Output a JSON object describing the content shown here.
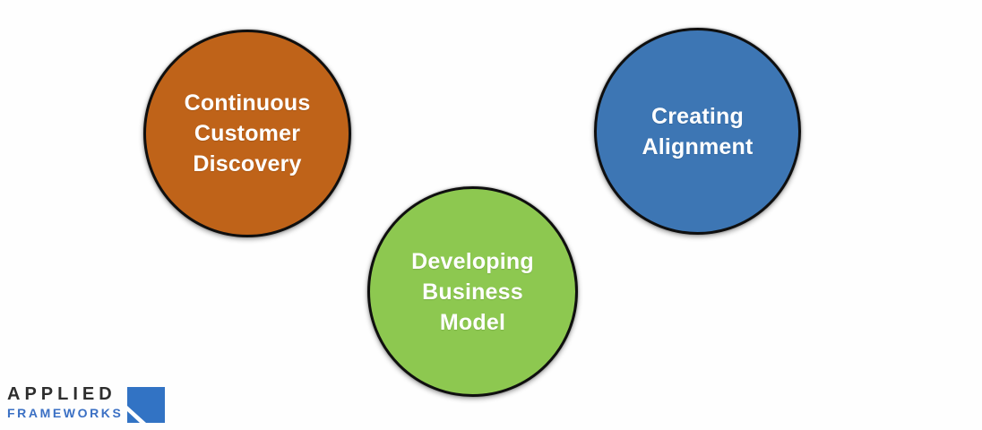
{
  "page": {
    "background_color": "#fefefe"
  },
  "diagram": {
    "circles": [
      {
        "id": "continuous-customer-discovery",
        "lines": [
          "Continuous",
          "Customer",
          "Discovery"
        ],
        "fill_color": "#bf6319",
        "text_color": "#ffffff",
        "border_color": "#0f0f0f"
      },
      {
        "id": "developing-business-model",
        "lines": [
          "Developing",
          "Business",
          "Model"
        ],
        "fill_color": "#8dc850",
        "text_color": "#ffffff",
        "border_color": "#0f0f0f"
      },
      {
        "id": "creating-alignment",
        "lines": [
          "Creating",
          "Alignment"
        ],
        "fill_color": "#3d76b4",
        "text_color": "#ffffff",
        "border_color": "#0f0f0f"
      }
    ]
  },
  "logo": {
    "line1": "APPLIED",
    "line2": "FRAMEWORKS",
    "line1_color": "#2e2e2e",
    "line2_color": "#3b70c4",
    "icon": "arrow-northeast-square-icon",
    "icon_color": "#3273c4"
  }
}
